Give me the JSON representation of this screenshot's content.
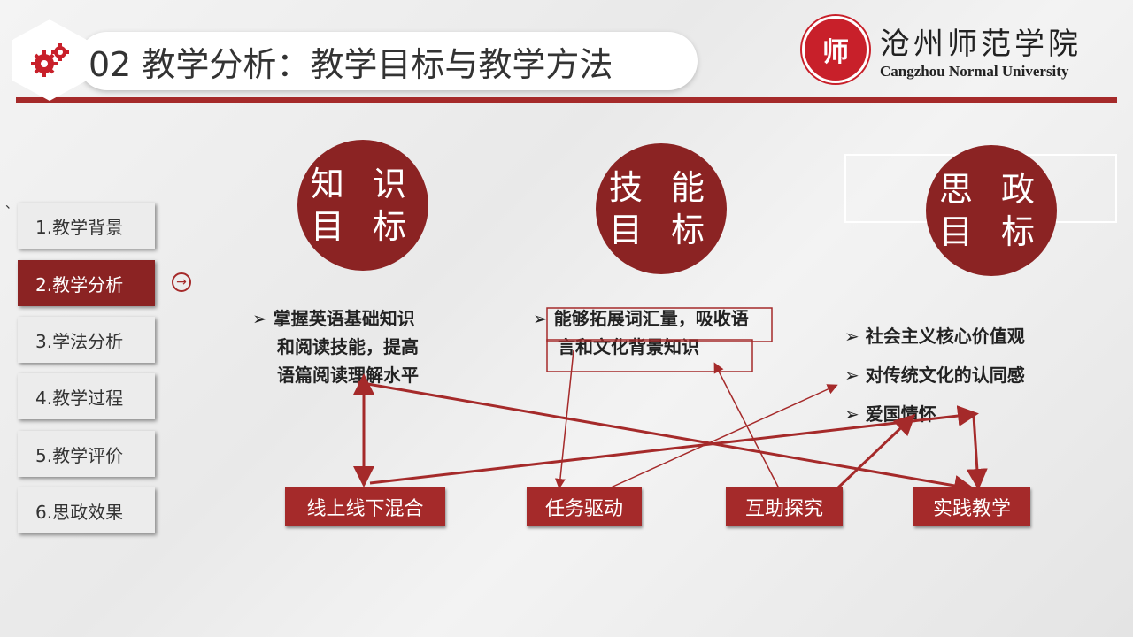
{
  "header": {
    "title": "02 教学分析：教学目标与教学方法",
    "logo_cn": "沧州师范学院",
    "logo_en": "Cangzhou Normal University",
    "seal_text": "师"
  },
  "sidebar": {
    "items": [
      {
        "label": "1.教学背景"
      },
      {
        "label": "2.教学分析"
      },
      {
        "label": "3.学法分析"
      },
      {
        "label": "4.教学过程"
      },
      {
        "label": "5.教学评价"
      },
      {
        "label": "6.思政效果"
      }
    ],
    "active": 1
  },
  "goals": [
    {
      "title1": "知 识",
      "title2": "目 标",
      "bullets": [
        "掌握英语基础知识",
        "和阅读技能，提高",
        "语篇阅读理解水平"
      ]
    },
    {
      "title1": "技 能",
      "title2": "目 标",
      "bullets": [
        "能够拓展词汇量，吸收语",
        "言和文化背景知识"
      ]
    },
    {
      "title1": "思 政",
      "title2": "目 标",
      "bullets": [
        "社会主义核心价值观",
        "对传统文化的认同感",
        "爱国情怀"
      ]
    }
  ],
  "methods": [
    "线上线下混合",
    "任务驱动",
    "互助探究",
    "实践教学"
  ],
  "stray_mark": "、",
  "colors": {
    "accent": "#a52a2a",
    "circle": "#8b2323"
  }
}
